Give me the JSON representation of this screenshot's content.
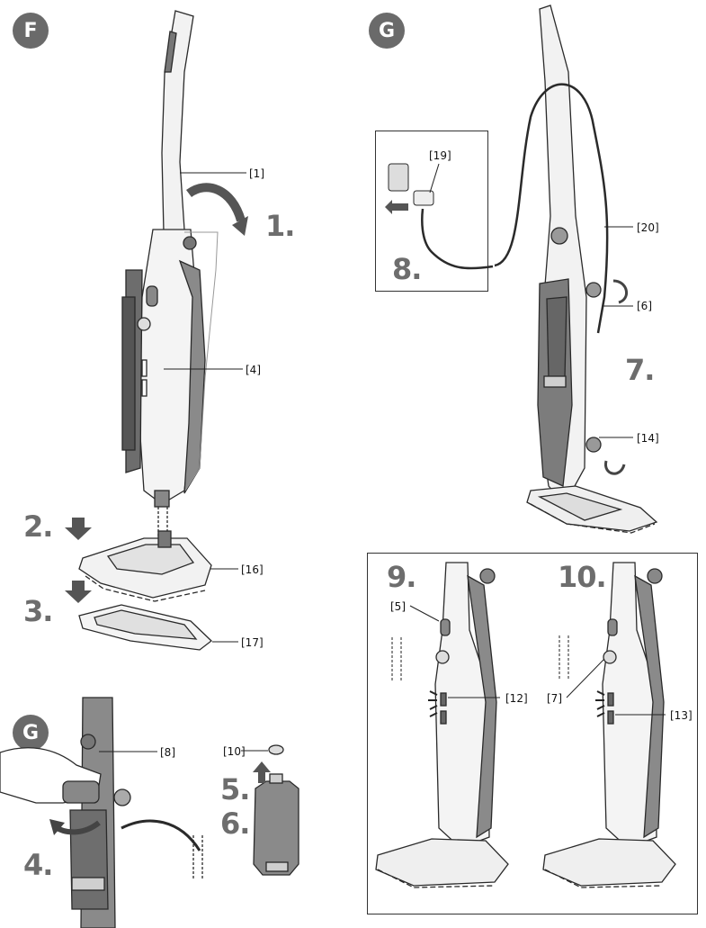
{
  "sections": {
    "F": {
      "badge": "F"
    },
    "G_top": {
      "badge": "G"
    },
    "G_bottom": {
      "badge": "G"
    }
  },
  "steps": [
    "1.",
    "2.",
    "3.",
    "4.",
    "5.",
    "6.",
    "7.",
    "8.",
    "9.",
    "10."
  ],
  "callouts": {
    "c1": "[1]",
    "c4": "[4]",
    "c16": "[16]",
    "c17": "[17]",
    "c8": "[8]",
    "c10": "[10]",
    "c19": "[19]",
    "c20": "[20]",
    "c6": "[6]",
    "c14": "[14]",
    "c5": "[5]",
    "c12": "[12]",
    "c7": "[7]",
    "c13": "[13]"
  },
  "colors": {
    "dark": "#6a6a6a",
    "mid": "#8c8c8c",
    "light": "#e8e8e8",
    "line": "#2a2a2a"
  }
}
